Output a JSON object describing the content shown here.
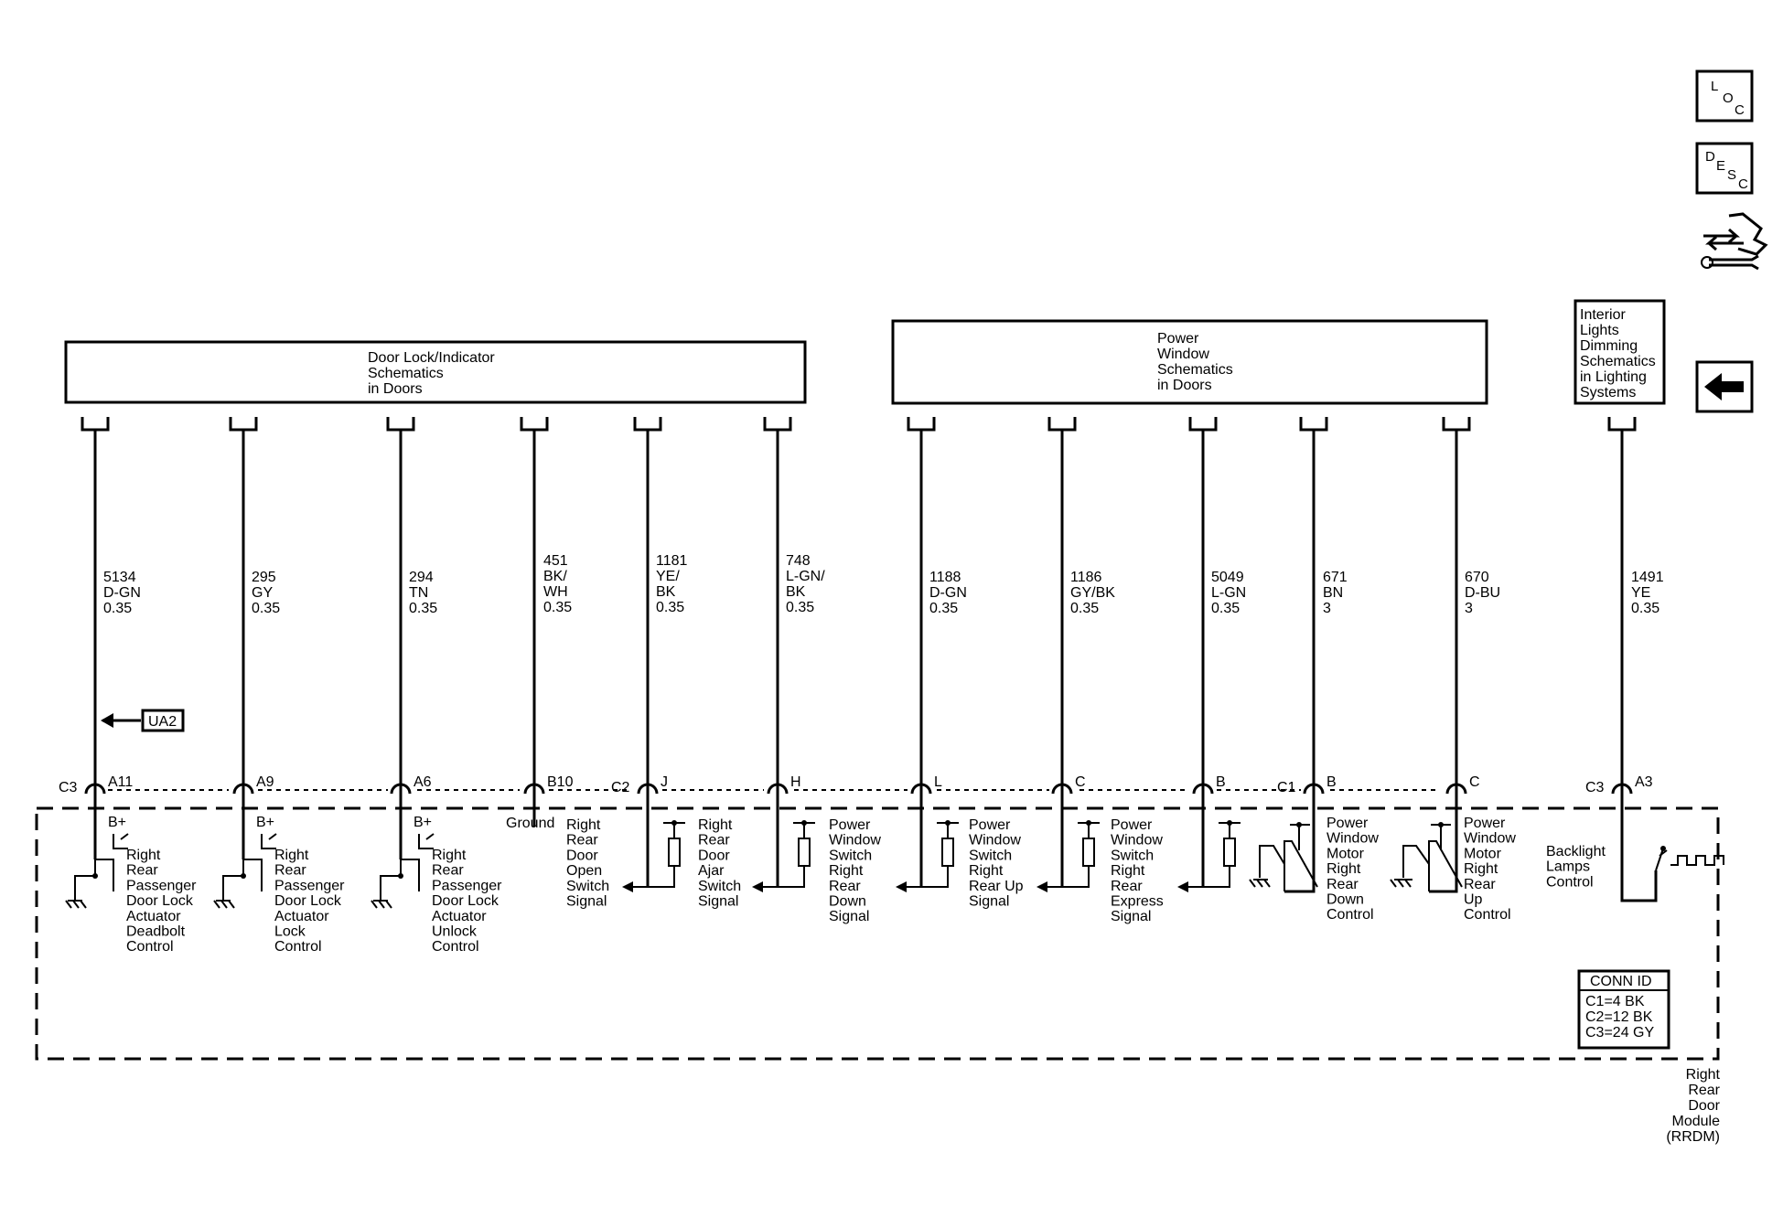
{
  "nav": {
    "loc": [
      "L",
      "O",
      "C"
    ],
    "desc": [
      "D",
      "E",
      "S",
      "C"
    ]
  },
  "boxes": {
    "door_lock": [
      "Door Lock/Indicator",
      "Schematics",
      "in Doors"
    ],
    "power_window": [
      "Power",
      "Window",
      "Schematics",
      "in Doors"
    ],
    "interior_lights": [
      "Interior",
      "Lights",
      "Dimming",
      "Schematics",
      "in Lighting",
      "Systems"
    ]
  },
  "wires": [
    {
      "id": "w1",
      "label": [
        "5134",
        "D-GN",
        "0.35"
      ],
      "pin": "A11",
      "conn": "C3"
    },
    {
      "id": "w2",
      "label": [
        "295",
        "GY",
        "0.35"
      ],
      "pin": "A9",
      "conn": ""
    },
    {
      "id": "w3",
      "label": [
        "294",
        "TN",
        "0.35"
      ],
      "pin": "A6",
      "conn": ""
    },
    {
      "id": "w4",
      "label": [
        "451",
        "BK/",
        "WH",
        "0.35"
      ],
      "pin": "B10",
      "conn": ""
    },
    {
      "id": "w5",
      "label": [
        "1181",
        "YE/",
        "BK",
        "0.35"
      ],
      "pin": "J",
      "conn": "C2"
    },
    {
      "id": "w6",
      "label": [
        "748",
        "L-GN/",
        "BK",
        "0.35"
      ],
      "pin": "H",
      "conn": ""
    },
    {
      "id": "w7",
      "label": [
        "1188",
        "D-GN",
        "0.35"
      ],
      "pin": "L",
      "conn": ""
    },
    {
      "id": "w8",
      "label": [
        "1186",
        "GY/BK",
        "0.35"
      ],
      "pin": "C",
      "conn": ""
    },
    {
      "id": "w9",
      "label": [
        "5049",
        "L-GN",
        "0.35"
      ],
      "pin": "B",
      "conn": ""
    },
    {
      "id": "w10",
      "label": [
        "671",
        "BN",
        "3"
      ],
      "pin": "B",
      "conn": "C1"
    },
    {
      "id": "w11",
      "label": [
        "670",
        "D-BU",
        "3"
      ],
      "pin": "C",
      "conn": ""
    },
    {
      "id": "w12",
      "label": [
        "1491",
        "YE",
        "0.35"
      ],
      "pin": "A3",
      "conn": "C3"
    }
  ],
  "ua2": "UA2",
  "bplus": "B+",
  "ground_label": "Ground",
  "functions": [
    [
      "Right",
      "Rear",
      "Passenger",
      "Door Lock",
      "Actuator",
      "Deadbolt",
      "Control"
    ],
    [
      "Right",
      "Rear",
      "Passenger",
      "Door Lock",
      "Actuator",
      "Lock",
      "Control"
    ],
    [
      "Right",
      "Rear",
      "Passenger",
      "Door Lock",
      "Actuator",
      "Unlock",
      "Control"
    ],
    [
      "Right",
      "Rear",
      "Door",
      "Open",
      "Switch",
      "Signal"
    ],
    [
      "Right",
      "Rear",
      "Door",
      "Ajar",
      "Switch",
      "Signal"
    ],
    [
      "Power",
      "Window",
      "Switch",
      "Right",
      "Rear",
      "Down",
      "Signal"
    ],
    [
      "Power",
      "Window",
      "Switch",
      "Right",
      "Rear Up",
      "Signal"
    ],
    [
      "Power",
      "Window",
      "Switch",
      "Right",
      "Rear",
      "Express",
      "Signal"
    ],
    [
      "Power",
      "Window",
      "Motor",
      "Right",
      "Rear",
      "Down",
      "Control"
    ],
    [
      "Power",
      "Window",
      "Motor",
      "Right",
      "Rear",
      "Up",
      "Control"
    ],
    [
      "Backlight",
      "Lamps",
      "Control"
    ]
  ],
  "conn_id": {
    "title": "CONN ID",
    "lines": [
      "C1=4 BK",
      "C2=12 BK",
      "C3=24 GY"
    ]
  },
  "module": [
    "Right",
    "Rear",
    "Door",
    "Module",
    "(RRDM)"
  ]
}
